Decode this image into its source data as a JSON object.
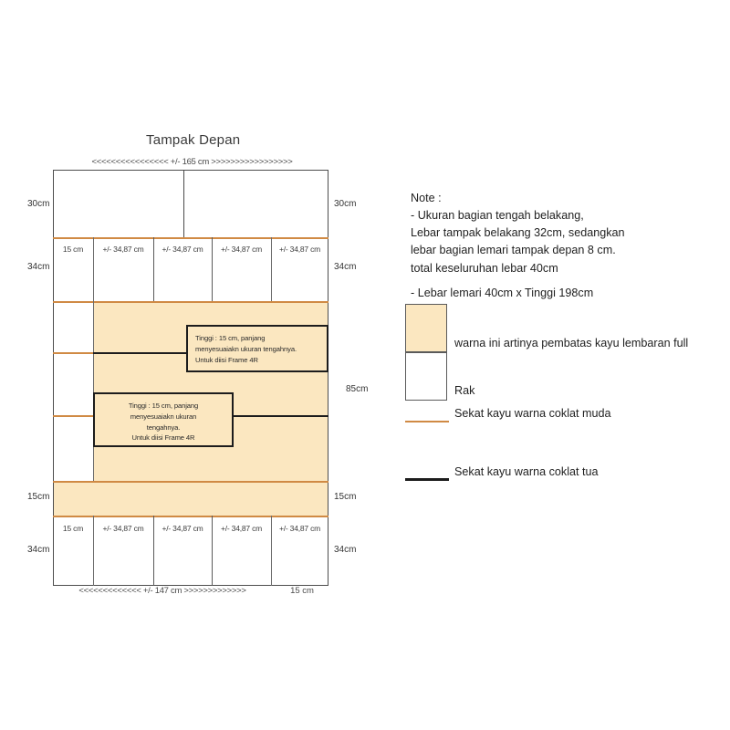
{
  "drawing": {
    "title": "Tampak Depan",
    "top_dimension": "<<<<<<<<<<<<<<<<   +/- 165 cm   >>>>>>>>>>>>>>>>>",
    "bottom_dimension": "<<<<<<<<<<<<<   +/- 147 cm   >>>>>>>>>>>>>",
    "bottom_dimension_right": "15 cm",
    "left_labels": {
      "top": "30cm",
      "upper_shelf": "34cm",
      "band": "15cm",
      "bottom_shelf": "34cm"
    },
    "right_labels": {
      "top": "30cm",
      "upper_shelf": "34cm",
      "middle": "85cm",
      "band": "15cm",
      "bottom_shelf": "34cm"
    },
    "upper_row_cells": [
      "15 cm",
      "+/- 34,87 cm",
      "+/- 34,87 cm",
      "+/- 34,87 cm",
      "+/- 34,87 cm"
    ],
    "lower_row_cells": [
      "15 cm",
      "+/- 34,87 cm",
      "+/- 34,87 cm",
      "+/- 34,87 cm",
      "+/- 34,87 cm"
    ],
    "callouts": [
      {
        "line1": "Tinggi : 15 cm, panjang",
        "line2": "menyesuaiakn ukuran tengahnya.",
        "line3": "Untuk diisi Frame 4R"
      },
      {
        "line1": "Tinggi : 15 cm, panjang",
        "line2": "menyesuaiakn ukuran",
        "line3": "tengahnya.",
        "line4": "Untuk diisi Frame 4R"
      }
    ]
  },
  "note": {
    "heading": "Note :",
    "line1": "- Ukuran bagian tengah belakang,",
    "line2": " Lebar tampak belakang  32cm, sedangkan",
    "line3": "lebar bagian lemari tampak depan 8 cm.",
    "line4": "total keseluruhan lebar 40cm",
    "line5": "- Lebar lemari 40cm x Tinggi 198cm"
  },
  "legend": {
    "beige_label": "warna ini artinya pembatas kayu lembaran full",
    "white_label": "Rak",
    "light_line_label": "Sekat kayu warna coklat muda",
    "dark_line_label": "Sekat kayu warna coklat tua"
  },
  "colors": {
    "beige_fill": "#FBE7C0",
    "light_brown_line": "#D08A44",
    "dark_brown_line": "#1C1C1C",
    "outline": "#4D4D4D"
  }
}
